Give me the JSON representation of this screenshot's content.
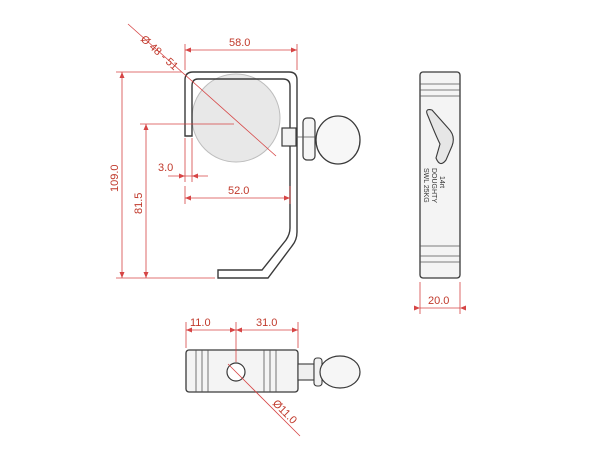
{
  "dimensions": {
    "diameter_range": "Ø 48 - 51",
    "top_width": "58.0",
    "overall_height": "109.0",
    "tube_height": "81.5",
    "lip": "3.0",
    "inner_width": "52.0",
    "side_width": "20.0",
    "bolt_offset": "11.0",
    "bolt_to_knob": "31.0",
    "hole_diameter": "Ø11.0"
  },
  "engraving": {
    "line1": "14rt",
    "line2": "DOUGHTY",
    "line3": "SWL 25KG"
  },
  "colors": {
    "dimension": "#c0392b",
    "outline": "#3a3a3a",
    "tube": "#e0e0e0"
  }
}
